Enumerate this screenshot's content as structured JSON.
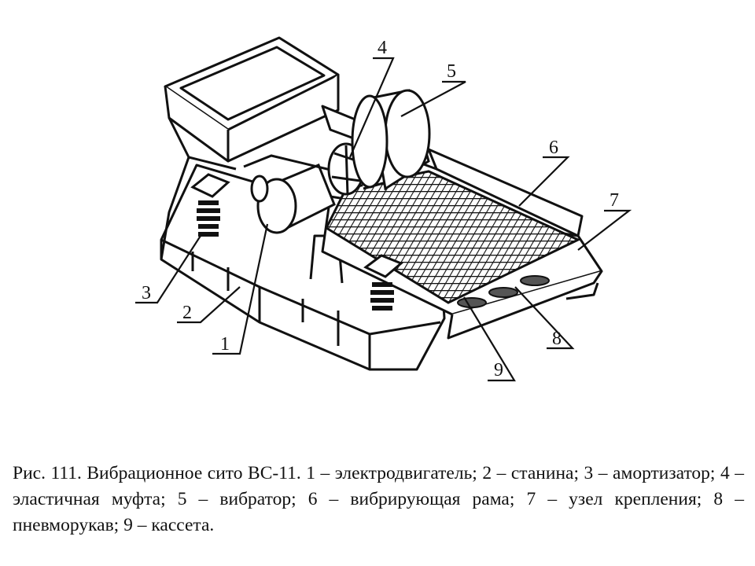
{
  "figure": {
    "labels": [
      "1",
      "2",
      "3",
      "4",
      "5",
      "6",
      "7",
      "8",
      "9"
    ]
  },
  "caption": {
    "text": "Рис. 111. Вибрационное сито ВС-11. 1 – электродвигатель; 2 – станина; 3 – амортизатор; 4 – эластичная муфта; 5 – вибратор; 6 – вибрирующая рама; 7 – узел крепления; 8 – пневморукав; 9 – кассета."
  }
}
